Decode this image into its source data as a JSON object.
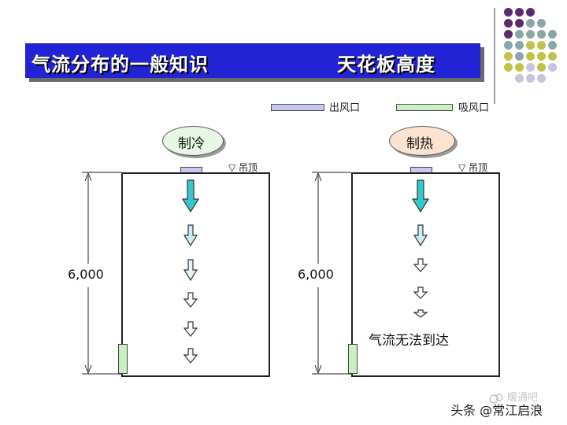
{
  "title": {
    "left": "气流分布的一般知识",
    "right": "天花板高度"
  },
  "legend": [
    {
      "label": "出风口",
      "color": "#c7c7ef"
    },
    {
      "label": "吸风口",
      "color": "#c9efc2"
    }
  ],
  "panels": [
    {
      "mode": "制冷",
      "ceiling_label": "▽ 吊顶",
      "height_label": "6,000",
      "ellipse_color": "#e8f6e6"
    },
    {
      "mode": "制热",
      "ceiling_label": "▽ 吊顶",
      "height_label": "6,000",
      "ellipse_color": "#fbe3d2",
      "note": "气流无法到达"
    }
  ],
  "footer": {
    "watermark": "暖通吧",
    "credit": "头条 @常江启浪"
  },
  "colors": {
    "title_bg": "#2323d6",
    "arrow_cyan": "#34c8cc",
    "arrow_light": "#c9ecf6",
    "dot_purple": "#5a2c6e",
    "dot_teal": "#8aa6a8",
    "dot_olive": "#c2c24a",
    "dot_lavender": "#c9c3e0"
  }
}
